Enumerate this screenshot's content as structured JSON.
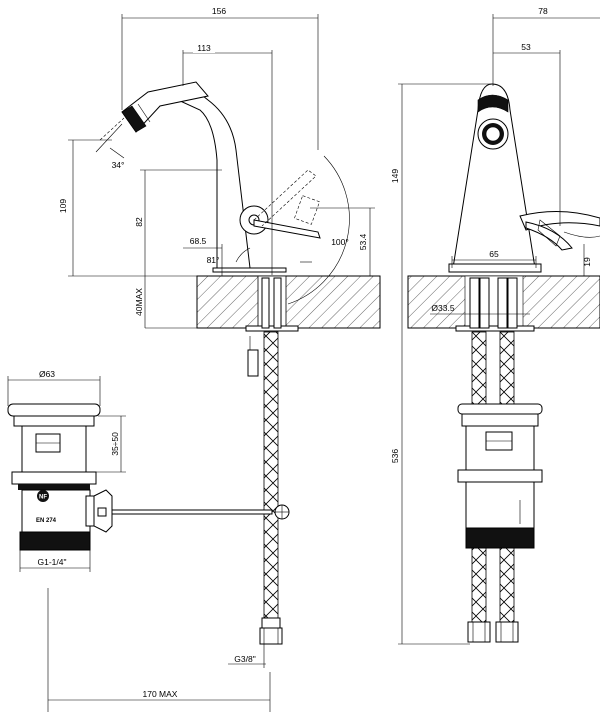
{
  "dimensions": {
    "side_width_156": "156",
    "side_width_113": "113",
    "front_width_78": "78",
    "front_width_53": "53",
    "angle_34": "34°",
    "height_109": "109",
    "height_82": "82",
    "dim_68_5": "68.5",
    "angle_81": "81°",
    "angle_100": "100°",
    "dim_53_4": "53.4",
    "deck_40max": "40MAX",
    "height_149": "149",
    "base_65": "65",
    "dim_19": "19",
    "dia_33_5": "Ø33.5",
    "height_536": "536",
    "waste_dia_63": "Ø63",
    "waste_35_50": "35÷50",
    "waste_thread": "G1-1/4\"",
    "hose_thread": "G3/8\"",
    "rod_170max": "170 MAX"
  },
  "markings": {
    "badge": "NF",
    "standard": "EN 274"
  }
}
